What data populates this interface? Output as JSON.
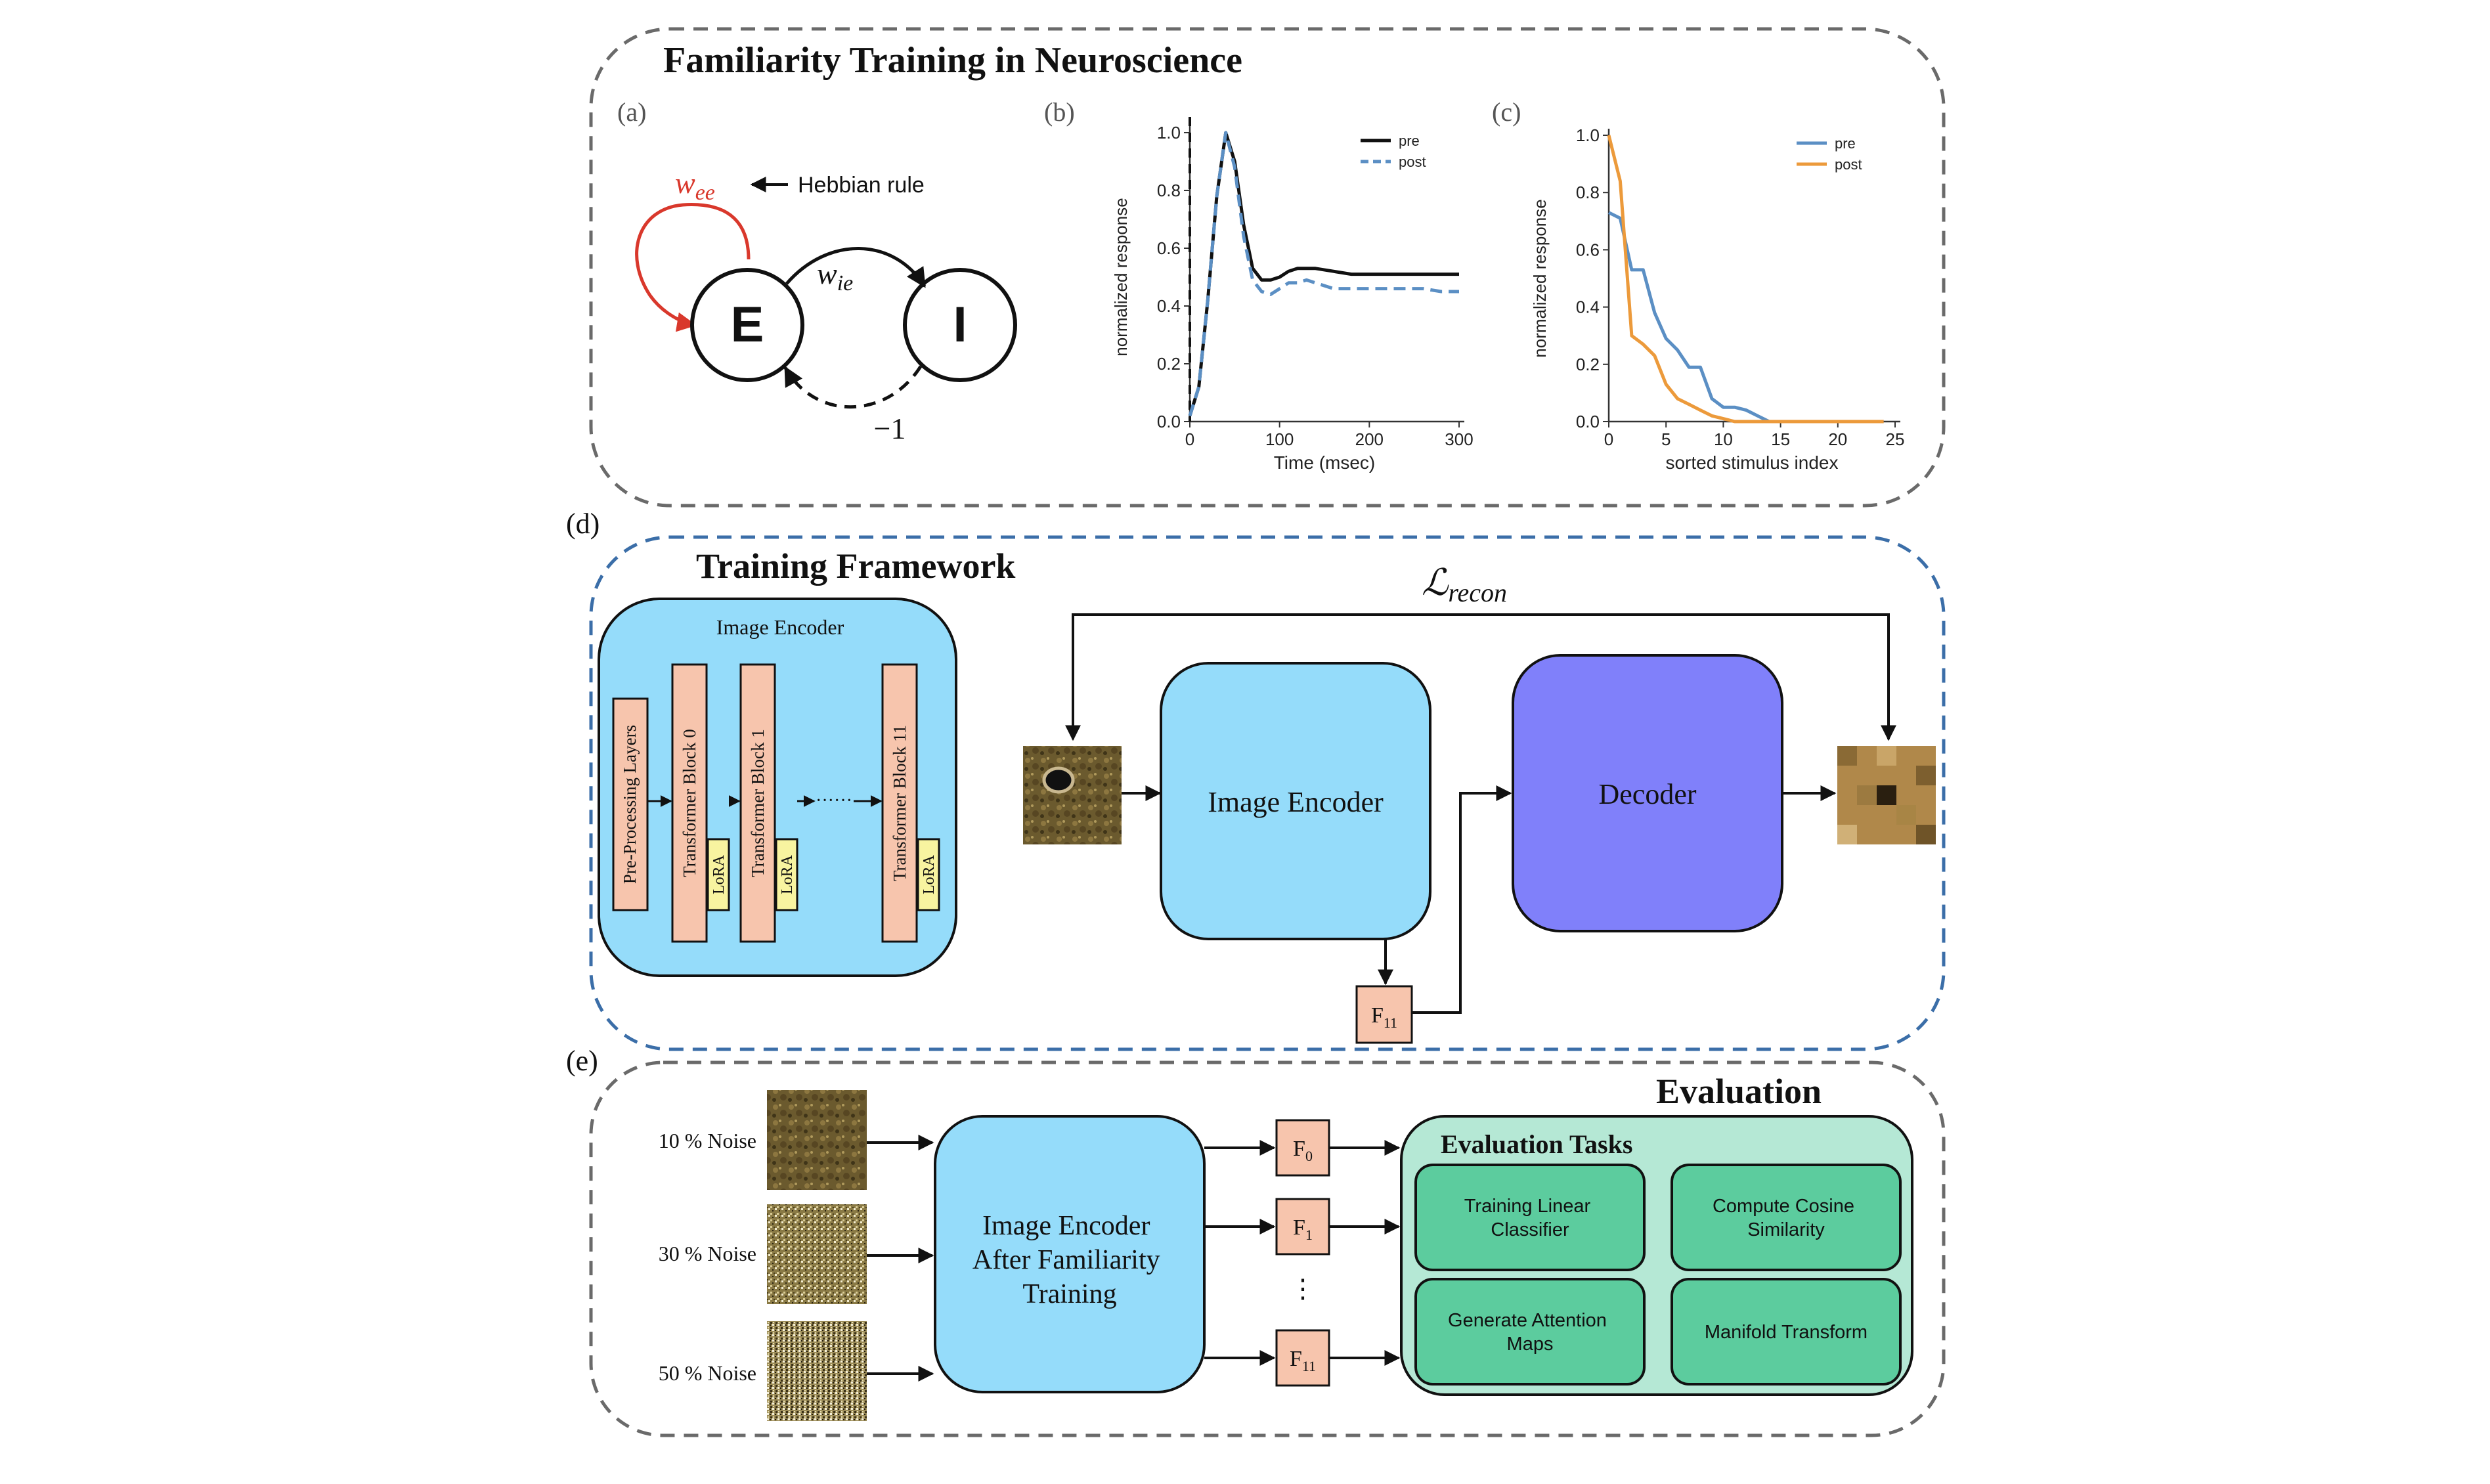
{
  "panel_a": {
    "section_title": "Familiarity Training in Neuroscience",
    "label": "(a)",
    "w_main": "w",
    "w_ee_sub": "ee",
    "hebbian": "Hebbian rule",
    "w_ie_sub": "ie",
    "node_e": "E",
    "node_i": "I",
    "minus_one": "−1"
  },
  "panel_d": {
    "label": "(d)",
    "section_title": "Training Framework",
    "encoder_title": "Image Encoder",
    "preproc": "Pre-Processing Layers",
    "block0": "Transformer Block 0",
    "block1": "Transformer Block 1",
    "block11": "Transformer Block 11",
    "lora": "LoRA",
    "dots": "······",
    "loss_main": "ℒ",
    "loss_sub": "recon",
    "image_encoder": "Image Encoder",
    "decoder": "Decoder",
    "feature_main": "F",
    "feature_sub": "11"
  },
  "panel_e": {
    "label": "(e)",
    "section_title": "Evaluation",
    "noise_10": "10 % Noise",
    "noise_30": "30 % Noise",
    "noise_50": "50 % Noise",
    "encoder_line1": "Image Encoder",
    "encoder_line2": "After Familiarity",
    "encoder_line3": "Training",
    "f_main": "F",
    "f0_sub": "0",
    "f1_sub": "1",
    "f11_sub": "11",
    "vdots": "⋮",
    "tasks_title": "Evaluation Tasks",
    "task1_line1": "Training Linear",
    "task1_line2": "Classifier",
    "task2_line1": "Compute Cosine",
    "task2_line2": "Similarity",
    "task3_line1": "Generate Attention",
    "task3_line2": "Maps",
    "task4": "Manifold Transform"
  },
  "colors": {
    "encoder_blue": "#95dcfa",
    "decoder_purple": "#8080fa",
    "block_salmon": "#f7c5ad",
    "lora_yellow": "#f8f4a0",
    "eval_panel": "#b5e8d5",
    "task_green": "#5ccc9e",
    "frame_gray": "#6a6a6a",
    "frame_blue": "#3b6ea8",
    "pre_color": "#5b8fc4",
    "post_color": "#ec9a3b",
    "hebbian_red": "#d9382c"
  },
  "chart_data": [
    {
      "panel_label": "(b)",
      "type": "line",
      "xlabel": "Time (msec)",
      "ylabel": "normalized response",
      "xlim": [
        0,
        300
      ],
      "ylim": [
        0,
        1.0
      ],
      "xticks": [
        "0",
        "100",
        "200",
        "300"
      ],
      "yticks": [
        "0.0",
        "0.2",
        "0.4",
        "0.6",
        "0.8",
        "1.0"
      ],
      "legend_position": "top-right",
      "series": [
        {
          "name": "pre",
          "color": "#111111",
          "style": "solid",
          "x": [
            0,
            10,
            20,
            30,
            40,
            50,
            60,
            70,
            80,
            90,
            100,
            110,
            120,
            130,
            140,
            160,
            180,
            200,
            220,
            240,
            260,
            280,
            300
          ],
          "y": [
            0.02,
            0.12,
            0.42,
            0.78,
            1.0,
            0.9,
            0.68,
            0.53,
            0.49,
            0.49,
            0.5,
            0.52,
            0.53,
            0.53,
            0.53,
            0.52,
            0.51,
            0.51,
            0.51,
            0.51,
            0.51,
            0.51,
            0.51
          ]
        },
        {
          "name": "post",
          "color": "#5b8fc4",
          "style": "dashed",
          "x": [
            0,
            10,
            20,
            30,
            40,
            50,
            60,
            70,
            80,
            90,
            100,
            110,
            120,
            130,
            140,
            160,
            180,
            200,
            220,
            240,
            260,
            280,
            300
          ],
          "y": [
            0.02,
            0.12,
            0.42,
            0.78,
            1.0,
            0.88,
            0.64,
            0.49,
            0.45,
            0.44,
            0.46,
            0.48,
            0.48,
            0.49,
            0.48,
            0.46,
            0.46,
            0.46,
            0.46,
            0.46,
            0.46,
            0.45,
            0.45
          ]
        }
      ],
      "vertical_marker_x": 0
    },
    {
      "panel_label": "(c)",
      "type": "line",
      "xlabel": "sorted stimulus index",
      "ylabel": "normalized response",
      "xlim": [
        0,
        25
      ],
      "ylim": [
        0,
        1.0
      ],
      "xticks": [
        "0",
        "5",
        "10",
        "15",
        "20",
        "25"
      ],
      "yticks": [
        "0.0",
        "0.2",
        "0.4",
        "0.6",
        "0.8",
        "1.0"
      ],
      "legend_position": "top-right",
      "series": [
        {
          "name": "pre",
          "color": "#5b8fc4",
          "style": "solid",
          "x": [
            0,
            1,
            2,
            3,
            4,
            5,
            6,
            7,
            8,
            9,
            10,
            11,
            12,
            13,
            14,
            15,
            16,
            17,
            18,
            19,
            20,
            21,
            22,
            23,
            24
          ],
          "y": [
            0.73,
            0.71,
            0.53,
            0.53,
            0.38,
            0.29,
            0.25,
            0.19,
            0.19,
            0.08,
            0.05,
            0.05,
            0.04,
            0.02,
            0.0,
            0.0,
            0.0,
            0.0,
            0.0,
            0.0,
            0.0,
            0.0,
            0.0,
            0.0,
            0.0
          ]
        },
        {
          "name": "post",
          "color": "#ec9a3b",
          "style": "solid",
          "x": [
            0,
            1,
            2,
            3,
            4,
            5,
            6,
            7,
            8,
            9,
            10,
            11,
            12,
            13,
            14,
            15,
            16,
            17,
            18,
            19,
            20,
            21,
            22,
            23,
            24
          ],
          "y": [
            1.0,
            0.84,
            0.3,
            0.27,
            0.23,
            0.13,
            0.08,
            0.06,
            0.04,
            0.02,
            0.01,
            0.0,
            0.0,
            0.0,
            0.0,
            0.0,
            0.0,
            0.0,
            0.0,
            0.0,
            0.0,
            0.0,
            0.0,
            0.0,
            0.0
          ]
        }
      ]
    }
  ]
}
